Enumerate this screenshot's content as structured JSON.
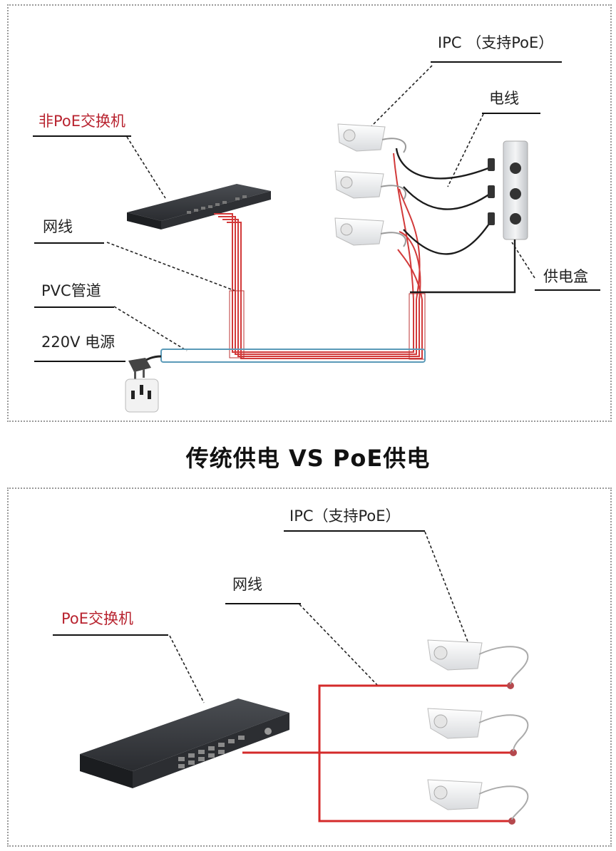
{
  "title": "传统供电 VS PoE供电",
  "top": {
    "label_ipc": "IPC （支持PoE）",
    "label_power_wire": "电线",
    "label_switch": "非PoE交换机",
    "label_cable": "网线",
    "label_pvc": "PVC管道",
    "label_220v": "220V 电源",
    "label_power_box": "供电盒"
  },
  "bottom": {
    "label_ipc": "IPC（支持PoE）",
    "label_cable": "网线",
    "label_switch": "PoE交换机"
  },
  "colors": {
    "accent_red": "#c8232f",
    "cable_red": "#d42a2a",
    "pvc_blue": "#5a9ab8",
    "switch_dark": "#2a2c30"
  }
}
